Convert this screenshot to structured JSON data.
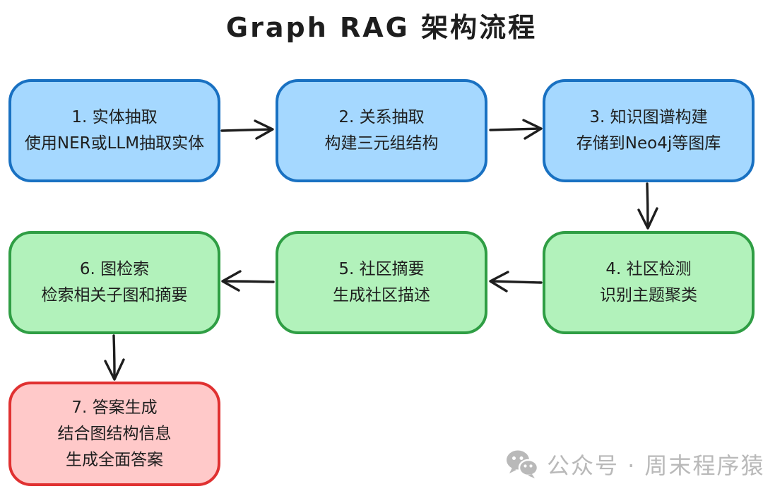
{
  "title": "Graph RAG 架构流程",
  "nodes": {
    "n1": {
      "l1": "1. 实体抽取",
      "l2": "使用NER或LLM抽取实体"
    },
    "n2": {
      "l1": "2. 关系抽取",
      "l2": "构建三元组结构"
    },
    "n3": {
      "l1": "3. 知识图谱构建",
      "l2": "存储到Neo4j等图库"
    },
    "n4": {
      "l1": "4. 社区检测",
      "l2": "识别主题聚类"
    },
    "n5": {
      "l1": "5. 社区摘要",
      "l2": "生成社区描述"
    },
    "n6": {
      "l1": "6. 图检索",
      "l2": "检索相关子图和摘要"
    },
    "n7": {
      "l1": "7. 答案生成",
      "l2": "结合图结构信息",
      "l3": "生成全面答案"
    }
  },
  "colors": {
    "blue_fill": "#a5d8ff",
    "blue_stroke": "#1971c2",
    "green_fill": "#b2f2bb",
    "green_stroke": "#2f9e44",
    "red_fill": "#ffc9c9",
    "red_stroke": "#e03131",
    "ink": "#1e1e1e",
    "watermark": "#b9b9b9"
  },
  "watermark": {
    "icon": "wechat-icon",
    "text": "公众号 · 周末程序猿"
  }
}
